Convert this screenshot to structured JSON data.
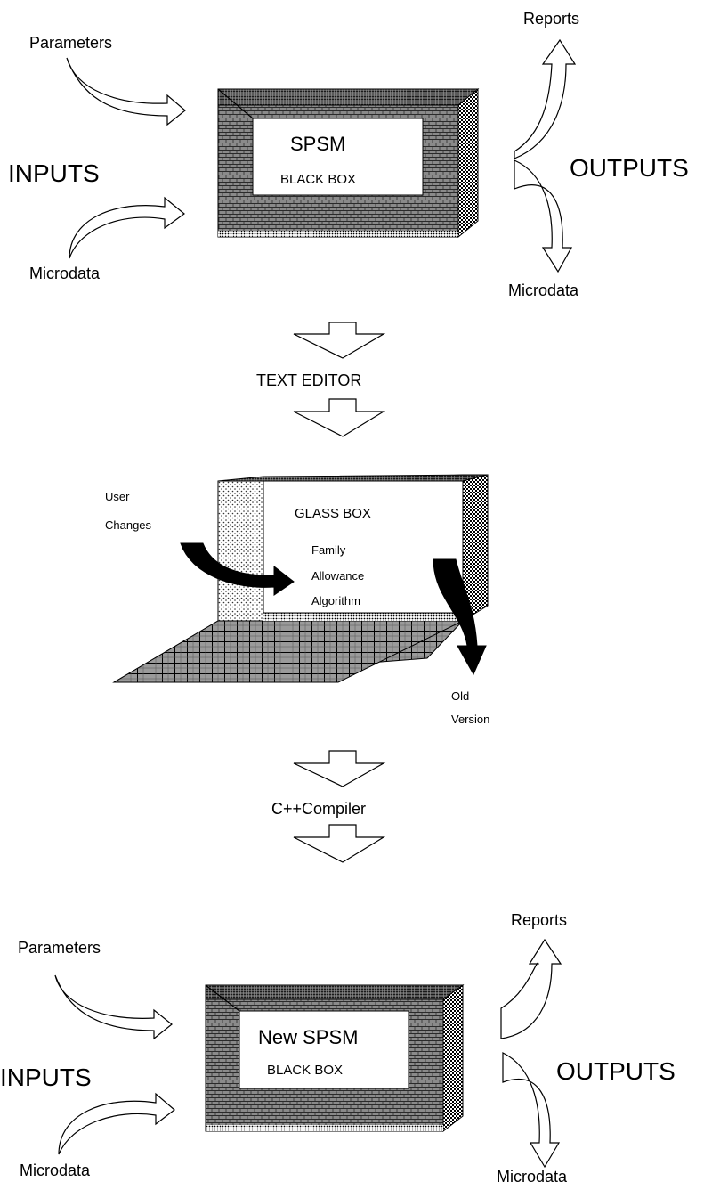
{
  "top_section": {
    "inputs_label": "INPUTS",
    "outputs_label": "OUTPUTS",
    "parameters_label": "Parameters",
    "microdata_in_label": "Microdata",
    "reports_label": "Reports",
    "microdata_out_label": "Microdata",
    "box_title": "SPSM",
    "box_subtitle": "BLACK BOX"
  },
  "step1_label": "TEXT EDITOR",
  "middle_section": {
    "box_title": "GLASS BOX",
    "user_label": "User",
    "changes_label": "Changes",
    "algorithm_lines": [
      "Family",
      "Allowance",
      "Algorithm"
    ],
    "old_label": "Old",
    "version_label": "Version"
  },
  "step2_label": "C++Compiler",
  "bottom_section": {
    "inputs_label": "INPUTS",
    "outputs_label": "OUTPUTS",
    "parameters_label": "Parameters",
    "microdata_in_label": "Microdata",
    "reports_label": "Reports",
    "microdata_out_label": "Microdata",
    "box_title": "New SPSM",
    "box_subtitle": "BLACK BOX"
  },
  "colors": {
    "ink": "#000000",
    "background": "#ffffff",
    "box_shade": "#6e6e6e",
    "glass_shade": "#d8d8d8"
  }
}
